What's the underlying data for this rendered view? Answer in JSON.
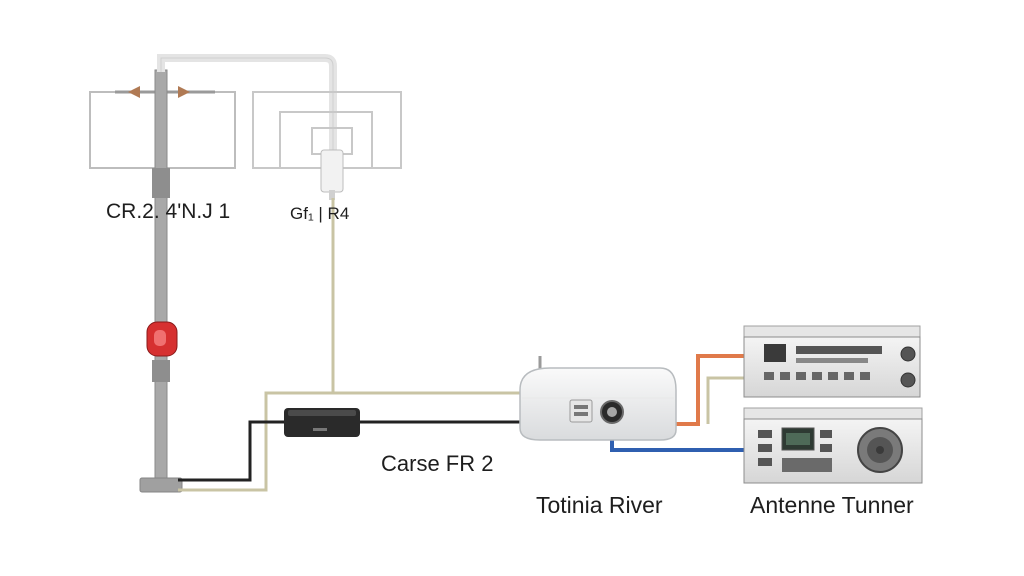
{
  "labels": {
    "antenna_1": "CR.2.  4'N.J 1",
    "antenna_2": "Gf₁  |  R4",
    "splitter": "Carse FR 2",
    "receiver": "Totinia River",
    "tuner": "Antenne Tunner"
  },
  "colors": {
    "mast": "#9a9a9a",
    "cable_tan": "#c9c4a4",
    "cable_black": "#222222",
    "cable_orange": "#e07a4a",
    "cable_blue": "#2f5fb0",
    "warning_knob": "#d63030",
    "frame": "#c8c8c8"
  }
}
